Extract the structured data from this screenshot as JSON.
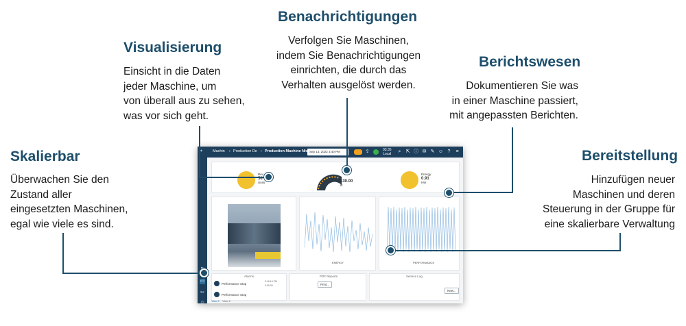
{
  "visualisierung": {
    "title": "Visualisierung",
    "lines": [
      "Einsicht in die Daten",
      "jeder Maschine, um",
      "von überall aus zu sehen,",
      "was vor sich geht."
    ]
  },
  "benachrichtigungen": {
    "title": "Benachrichtigungen",
    "lines": [
      "Verfolgen Sie Maschinen,",
      "indem Sie Benachrichtigungen",
      "einrichten, die durch das",
      "Verhalten ausgelöst werden."
    ]
  },
  "berichtswesen": {
    "title": "Berichtswesen",
    "lines": [
      "Dokumentieren Sie was",
      "in einer Maschine passiert,",
      "mit angepassten Berichten."
    ]
  },
  "skalierbar": {
    "title": "Skalierbar",
    "lines": [
      "Überwachen Sie den",
      "Zustand aller",
      "eingesetzten Maschinen,",
      "egal wie viele es sind."
    ]
  },
  "bereitstellung": {
    "title": "Bereitstellung",
    "lines": [
      "Hinzufügen neuer",
      "Maschinen und deren",
      "Steuerung in der Gruppe für",
      "eine skalierbare Verwaltung"
    ]
  },
  "screen": {
    "breadcrumb": [
      "Machin",
      "Production De",
      "Production Machine Niv"
    ],
    "date": "Sep 13, 2022 3:40 PM",
    "clock": "03:35",
    "clock_sub": "Local",
    "kpis": [
      {
        "label": "Rev",
        "value": "58",
        "unit": "Units"
      },
      {
        "label": "",
        "value": "130.00",
        "unit": "kt"
      },
      {
        "label": "Energy",
        "value": "0.91",
        "unit": "KW"
      }
    ],
    "chart_energy_label": "ENERGY",
    "chart_perf_label": "PERFORMANCE",
    "alarms_title": "Alarms",
    "alarm_items": [
      {
        "name": "Performance Stop",
        "time": "3:16:16 PM",
        "dur": "0:00:30"
      },
      {
        "name": "Performance Stop",
        "time": "",
        "dur": ""
      }
    ],
    "pdf_title": "PDF Reports",
    "print_label": "Print...",
    "service_title": "Service Log",
    "new_label": "New...",
    "tabs": [
      "View 1",
      "View 2"
    ]
  }
}
